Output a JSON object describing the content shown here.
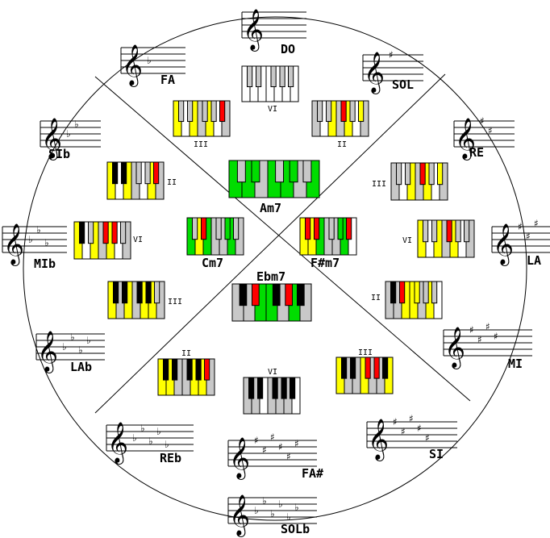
{
  "colors": {
    "yellow": "#ffff00",
    "green": "#00dd00",
    "red": "#ff0000",
    "gray": "#c8c8c8",
    "white": "#ffffff",
    "black": "#000000"
  },
  "signatures": [
    {
      "id": "do",
      "label": "DO",
      "type": "none",
      "count": 0
    },
    {
      "id": "sol",
      "label": "SOL",
      "type": "sharp",
      "count": 1
    },
    {
      "id": "re",
      "label": "RE",
      "type": "sharp",
      "count": 2
    },
    {
      "id": "la",
      "label": "LA",
      "type": "sharp",
      "count": 3
    },
    {
      "id": "mi",
      "label": "MI",
      "type": "sharp",
      "count": 4
    },
    {
      "id": "si",
      "label": "SI",
      "type": "sharp",
      "count": 5
    },
    {
      "id": "fas",
      "label": "FA#",
      "type": "sharp",
      "count": 6
    },
    {
      "id": "solb",
      "label": "SOLb",
      "type": "flat",
      "count": 6
    },
    {
      "id": "reb",
      "label": "REb",
      "type": "flat",
      "count": 5
    },
    {
      "id": "lab",
      "label": "LAb",
      "type": "flat",
      "count": 4
    },
    {
      "id": "mib",
      "label": "MIb",
      "type": "flat",
      "count": 3
    },
    {
      "id": "sib",
      "label": "SIb",
      "type": "flat",
      "count": 2
    },
    {
      "id": "fa",
      "label": "FA",
      "type": "flat",
      "count": 1
    }
  ],
  "chords": {
    "am7": "Am7",
    "cm7": "Cm7",
    "fsm7": "F#m7",
    "ebm7": "Ebm7"
  },
  "degrees": {
    "top_vi": "VI",
    "top_iii": "III",
    "top_ii": "II",
    "left_ii": "II",
    "left_vi": "VI",
    "left_iii": "III",
    "right_iii": "III",
    "right_vi": "VI",
    "right_ii": "II",
    "bottom_ii": "II",
    "bottom_vi": "VI",
    "bottom_iii": "III"
  }
}
